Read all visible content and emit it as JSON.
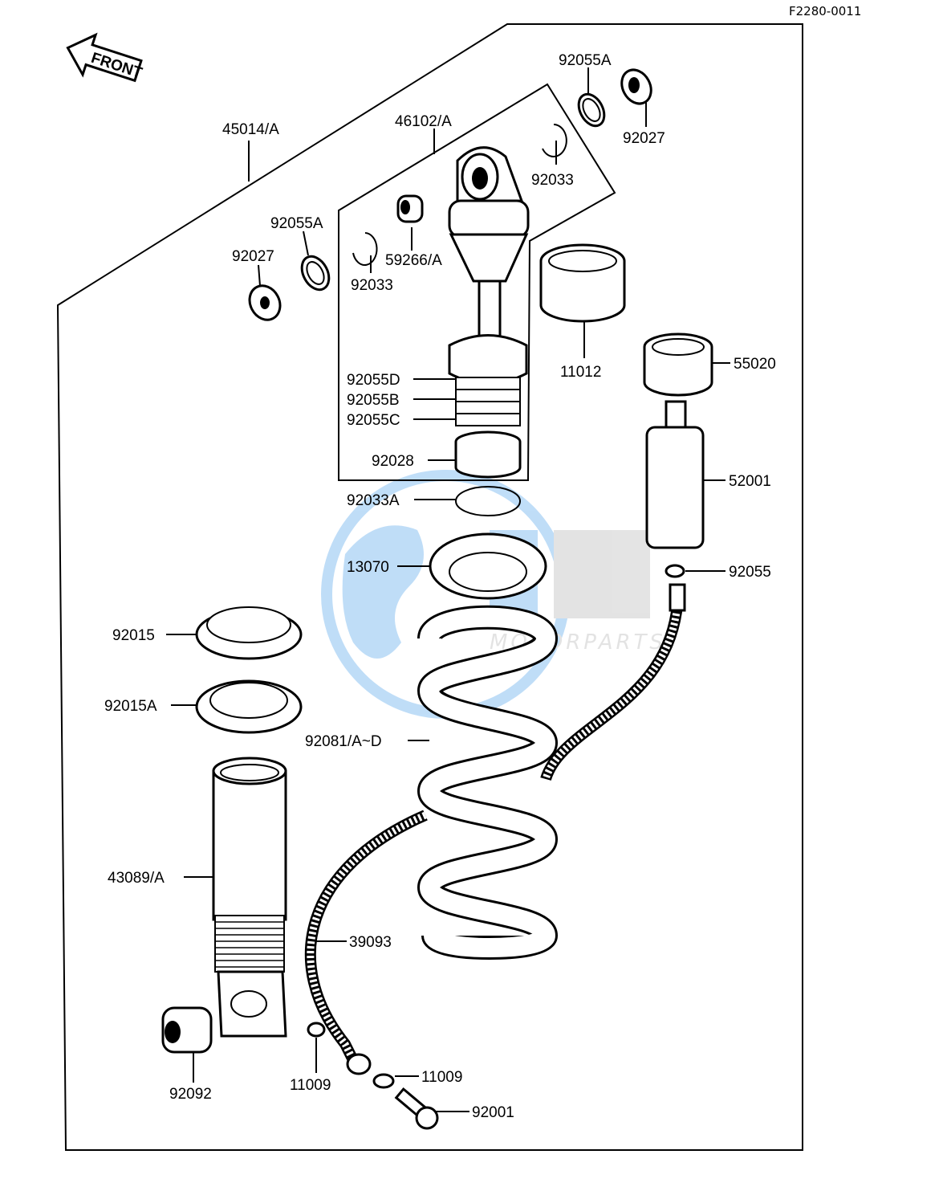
{
  "ref_code": "F2280-0011",
  "front_label": "FRONT",
  "watermark": {
    "main": "OEM",
    "sub": "MOTORPARTS",
    "color": "#1e88e5"
  },
  "labels": {
    "p45014A": "45014/A",
    "p46102A": "46102/A",
    "p92055A_top": "92055A",
    "p92027_top": "92027",
    "p92033_top": "92033",
    "p92055A_left": "92055A",
    "p92027_left": "92027",
    "p92033_left": "92033",
    "p59266A": "59266/A",
    "p11012": "11012",
    "p55020": "55020",
    "p92055D": "92055D",
    "p92055B": "92055B",
    "p92055C": "92055C",
    "p92028": "92028",
    "p52001": "52001",
    "p92033A": "92033A",
    "p13070": "13070",
    "p92055": "92055",
    "p92015": "92015",
    "p92015A": "92015A",
    "p92081": "92081/A~D",
    "p43089A": "43089/A",
    "p39093": "39093",
    "p92092": "92092",
    "p11009_left": "11009",
    "p11009_right": "11009",
    "p92001": "92001"
  }
}
